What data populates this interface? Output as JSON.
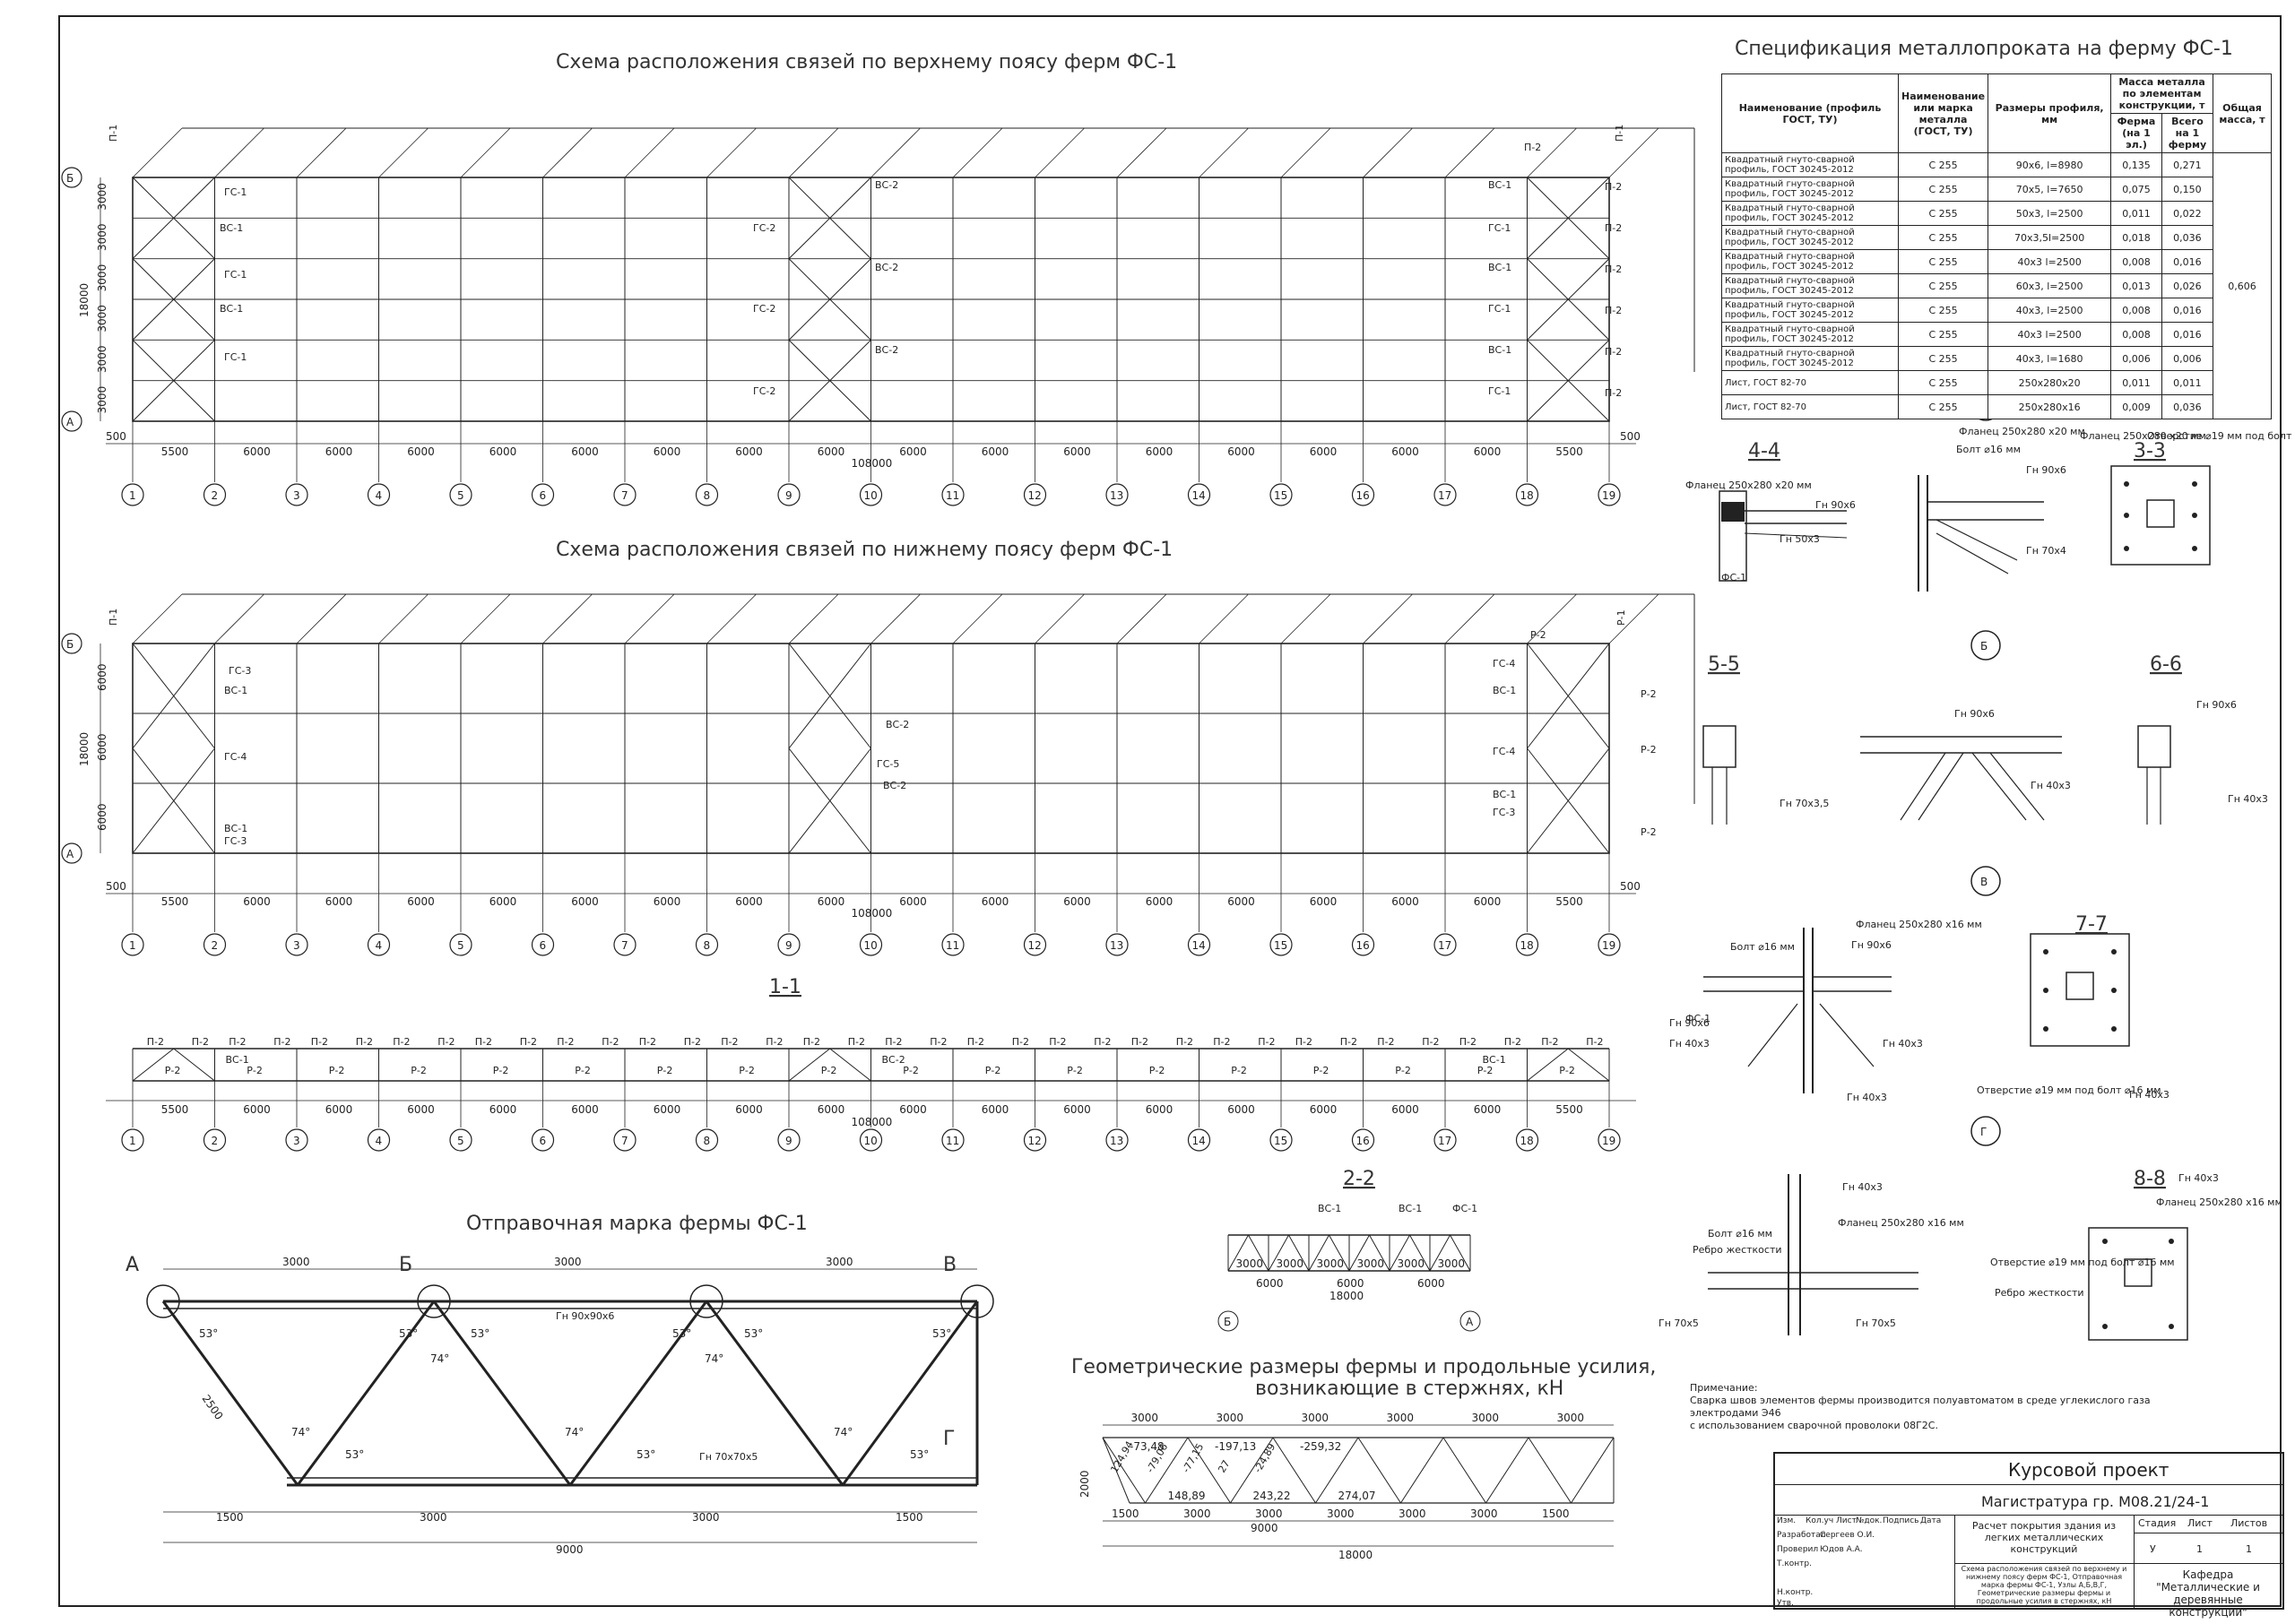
{
  "titles": {
    "top_plan": "Схема расположения связей по верхнему поясу ферм ФС-1",
    "bottom_plan": "Схема расположения связей по нижнему поясу ферм ФС-1",
    "section_1_1": "1-1",
    "section_2_2": "2-2",
    "shipping_mark": "Отправочная марка фермы ФС-1",
    "geometry_line1": "Геометрические размеры фермы и продольные усилия,",
    "geometry_line2": "возникающие в стержнях, кН"
  },
  "axes": {
    "numbers": [
      "1",
      "2",
      "3",
      "4",
      "5",
      "6",
      "7",
      "8",
      "9",
      "10",
      "11",
      "12",
      "13",
      "14",
      "15",
      "16",
      "17",
      "18",
      "19"
    ],
    "spans": [
      "5500",
      "6000",
      "6000",
      "6000",
      "6000",
      "6000",
      "6000",
      "6000",
      "6000",
      "6000",
      "6000",
      "6000",
      "6000",
      "6000",
      "6000",
      "6000",
      "6000",
      "5500"
    ],
    "edge": "500",
    "total": "108000",
    "letter_b": "Б",
    "letter_a": "А",
    "height": "18000",
    "top_sub": [
      "3000",
      "3000",
      "3000",
      "3000",
      "3000",
      "3000"
    ],
    "bottom_sub": [
      "6000",
      "6000",
      "6000"
    ]
  },
  "marks": {
    "gs1": "ГС-1",
    "gs2": "ГС-2",
    "gs3": "ГС-3",
    "gs4": "ГС-4",
    "gs5": "ГС-5",
    "vs1": "ВС-1",
    "vs2": "ВС-2",
    "p1": "П-1",
    "p2": "П-2",
    "r1": "Р-1",
    "r2": "Р-2",
    "fs1": "ФС-1",
    "sec2": "2"
  },
  "spec": {
    "title": "Спецификация металлопроката на ферму ФС-1",
    "headers": {
      "name": "Наименование (профиль ГОСТ, ТУ)",
      "grade": "Наименование или марка металла (ГОСТ, ТУ)",
      "size": "Размеры профиля, мм",
      "mass": "Масса металла по элементам конструкции, т",
      "truss": "Ферма (на 1 эл.)",
      "total_truss": "Всего на 1 ферму",
      "total": "Общая масса, т"
    },
    "rows": [
      {
        "name": "Квадратный гнуто-сварной профиль, ГОСТ 30245-2012",
        "grade": "С 255",
        "size": "90х6, l=8980",
        "m1": "0,135",
        "m2": "0,271"
      },
      {
        "name": "Квадратный гнуто-сварной профиль, ГОСТ 30245-2012",
        "grade": "С 255",
        "size": "70х5, l=7650",
        "m1": "0,075",
        "m2": "0,150"
      },
      {
        "name": "Квадратный гнуто-сварной профиль, ГОСТ 30245-2012",
        "grade": "С 255",
        "size": "50х3, l=2500",
        "m1": "0,011",
        "m2": "0,022"
      },
      {
        "name": "Квадратный гнуто-сварной профиль, ГОСТ 30245-2012",
        "grade": "С 255",
        "size": "70х3,5l=2500",
        "m1": "0,018",
        "m2": "0,036"
      },
      {
        "name": "Квадратный гнуто-сварной профиль, ГОСТ 30245-2012",
        "grade": "С 255",
        "size": "40х3 l=2500",
        "m1": "0,008",
        "m2": "0,016"
      },
      {
        "name": "Квадратный гнуто-сварной профиль, ГОСТ 30245-2012",
        "grade": "С 255",
        "size": "60х3, l=2500",
        "m1": "0,013",
        "m2": "0,026"
      },
      {
        "name": "Квадратный гнуто-сварной профиль, ГОСТ 30245-2012",
        "grade": "С 255",
        "size": "40х3, l=2500",
        "m1": "0,008",
        "m2": "0,016"
      },
      {
        "name": "Квадратный гнуто-сварной профиль, ГОСТ 30245-2012",
        "grade": "С 255",
        "size": "40х3 l=2500",
        "m1": "0,008",
        "m2": "0,016"
      },
      {
        "name": "Квадратный гнуто-сварной профиль, ГОСТ 30245-2012",
        "grade": "С 255",
        "size": "40х3, l=1680",
        "m1": "0,006",
        "m2": "0,006"
      },
      {
        "name": "Лист, ГОСТ 82-70",
        "grade": "С 255",
        "size": "250х280х20",
        "m1": "0,011",
        "m2": "0,011"
      },
      {
        "name": "Лист, ГОСТ 82-70",
        "grade": "С 255",
        "size": "250х280х16",
        "m1": "0,009",
        "m2": "0,036"
      }
    ],
    "total_mass": "0,606"
  },
  "nodes": {
    "A": "А",
    "B": "Б",
    "V": "В",
    "G": "Г",
    "s44": "4-4",
    "s33": "3-3",
    "s55": "5-5",
    "s66": "6-6",
    "s77": "7-7",
    "s88": "8-8",
    "flange20": "Фланец 250х280 х20 мм",
    "flange16": "Фланец 250х280 х16 мм",
    "hole": "Отверстие ⌀19 мм под болт ⌀16 мм",
    "bolt": "Болт ⌀16 мм",
    "rib": "Ребро жесткости",
    "gn906": "Гн 90х6",
    "gn705": "Гн 70х5",
    "gn503": "Гн 50х3",
    "gn7035": "Гн 70х3,5",
    "gn403": "Гн 40х3",
    "gn704": "Гн 70х4"
  },
  "shipping": {
    "dims": [
      "3000",
      "3000",
      "3000"
    ],
    "bottom": [
      "1500",
      "3000",
      "3000",
      "1500"
    ],
    "total": "9000",
    "top_chord": "Гн 90х90х6",
    "bottom_chord": "Гн 70х70х5",
    "angle53": "53°",
    "angle74": "74°",
    "diag": "2500",
    "node_a": "А",
    "node_b": "Б",
    "node_v": "В",
    "node_g": "Г"
  },
  "geometry": {
    "top_dims": [
      "3000",
      "3000",
      "3000",
      "3000",
      "3000",
      "3000"
    ],
    "forces_top": [
      "-73,48",
      "-197,13",
      "-259,32"
    ],
    "forces_bottom": [
      "148,89",
      "243,22",
      "274,07"
    ],
    "forces_diag": [
      "124,94",
      "-79,06",
      "-77,15",
      "27",
      "-24,89"
    ],
    "bottom_dims": [
      "1500",
      "3000",
      "3000",
      "3000",
      "3000",
      "3000",
      "1500"
    ],
    "half": "9000",
    "total": "18000",
    "height": "2000"
  },
  "note": {
    "title": "Примечание:",
    "text1": "Сварка швов элементов фермы производится полуавтоматом в среде углекислого газа",
    "text2": "электродами Э46",
    "text3": "с использованием сварочной проволоки 08Г2С."
  },
  "titleblock": {
    "course": "Курсовой проект",
    "group": "Магистратура гр. М08.21/24-1",
    "project": "Расчет покрытия здания из легких металлических конструкций",
    "sheet_desc": "Схема расположения связей по верхнему и нижнему поясу ферм ФС-1, Отправочная марка фермы ФС-1, Узлы А,Б,В,Г, Геометрические размеры фермы и продольные усилия в стержнях, кН",
    "dept": "Кафедра \"Металлические и деревянные конструкции\"",
    "cols": [
      "Изм.",
      "Кол.уч",
      "Лист",
      "№док.",
      "Подпись",
      "Дата"
    ],
    "rows": [
      "Разработал",
      "Проверил",
      "Т.контр.",
      "",
      "Н.контр.",
      "Утв."
    ],
    "names": [
      "Сергеев О.И.",
      "Юдов А.А."
    ],
    "stage_hdr": [
      "Стадия",
      "Лист",
      "Листов"
    ],
    "stage": [
      "У",
      "1",
      "1"
    ]
  },
  "colors": {
    "line": "#222222",
    "paper": "#ffffff"
  }
}
